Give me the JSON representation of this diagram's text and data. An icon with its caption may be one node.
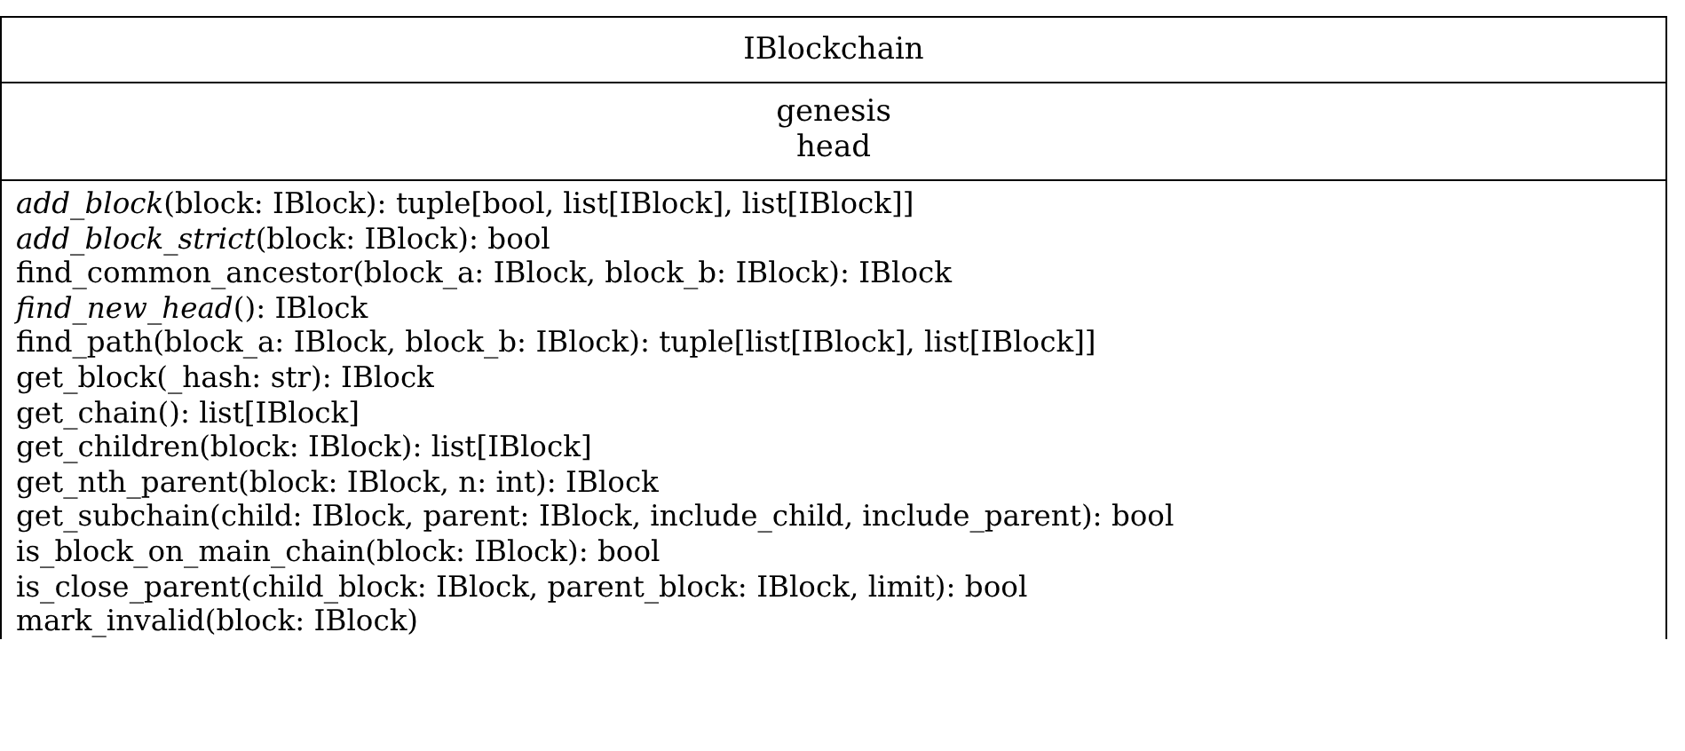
{
  "diagram": {
    "nodes": [
      {
        "text": [
          "IBlockchain",
          "genesis",
          "head",
          "*add_block*(block: IBlock): tuple[bool, list[IBlock], list[IBlock]]",
          "*add_block_strict*(block: IBlock): bool",
          "find_common_ancestor(block_a: IBlock, block_b: IBlock): IBlock",
          "*find_new_head*(): IBlock",
          "find_path(block_a: IBlock, block_b: IBlock): tuple[list[IBlock], list[IBlock]]",
          "get_block(_hash: str): IBlock",
          "get_chain(): list[IBlock]",
          "get_children(block: IBlock): list[IBlock]",
          "get_nth_parent(block: IBlock, n: int): IBlock",
          "get_subchain(child: IBlock, parent: IBlock, include_child, include_parent): bool",
          "is_block_on_main_chain(block: IBlock): bool",
          "is_close_parent(child_block: IBlock, parent_block: IBlock, limit): bool",
          "mark_invalid(block: IBlock)"
        ]
      }
    ]
  }
}
